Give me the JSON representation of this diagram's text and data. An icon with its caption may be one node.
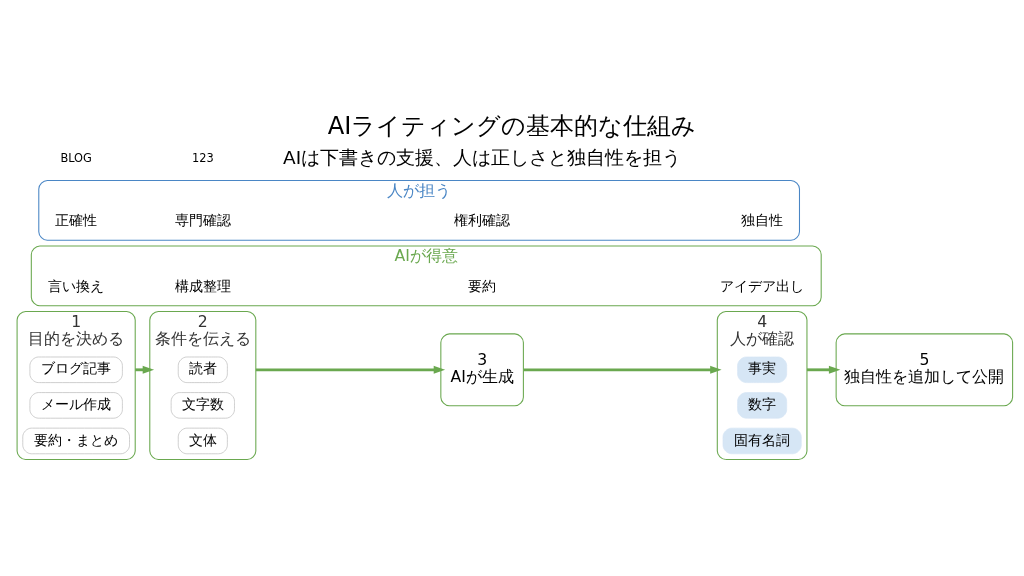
{
  "diagram": {
    "title": "AIライティングの基本的な仕組み",
    "nodes": [
      {
        "text": [
          "1",
          "目的を決める"
        ]
      },
      {
        "text": [
          "ブログ記事"
        ],
        "in": 0
      },
      {
        "text": [
          "メール作成"
        ],
        "in": 0
      },
      {
        "text": [
          "要約・まとめ"
        ],
        "in": 0
      },
      {
        "text": [
          "2",
          "条件を伝える"
        ]
      },
      {
        "text": [
          "読者"
        ],
        "in": 4
      },
      {
        "text": [
          "文字数"
        ],
        "in": 4
      },
      {
        "text": [
          "文体"
        ],
        "in": 4
      },
      {
        "text": [
          "3",
          "AIが生成"
        ]
      },
      {
        "text": [
          "4",
          "人が確認"
        ]
      },
      {
        "text": [
          "事実"
        ],
        "in": 9
      },
      {
        "text": [
          "数字"
        ],
        "in": 9
      },
      {
        "text": [
          "固有名詞"
        ],
        "in": 9
      },
      {
        "text": [
          "5",
          "独自性を追加して公開"
        ]
      },
      {
        "text": [
          "AIが得意"
        ]
      },
      {
        "text": [
          "言い換え"
        ],
        "in": 14
      },
      {
        "text": [
          "構成整理"
        ],
        "in": 14
      },
      {
        "text": [
          "要約"
        ],
        "in": 14
      },
      {
        "text": [
          "アイデア出し"
        ],
        "in": 14
      },
      {
        "text": [
          "人が担う"
        ]
      },
      {
        "text": [
          "正確性"
        ],
        "in": 19
      },
      {
        "text": [
          "専門確認"
        ],
        "in": 19
      },
      {
        "text": [
          "権利確認"
        ],
        "in": 19
      },
      {
        "text": [
          "独自性"
        ],
        "in": 19
      }
    ],
    "edges": [
      {
        "from": 0,
        "to": 4,
        "arrow": "to"
      },
      {
        "from": 4,
        "to": 8,
        "arrow": "to"
      },
      {
        "from": 8,
        "to": 9,
        "arrow": "to"
      },
      {
        "from": 9,
        "to": 13,
        "arrow": "to"
      }
    ],
    "labels": [
      "BLOG",
      "123",
      "AIは下書きの支援、人は正しさと独自性を担う"
    ]
  }
}
